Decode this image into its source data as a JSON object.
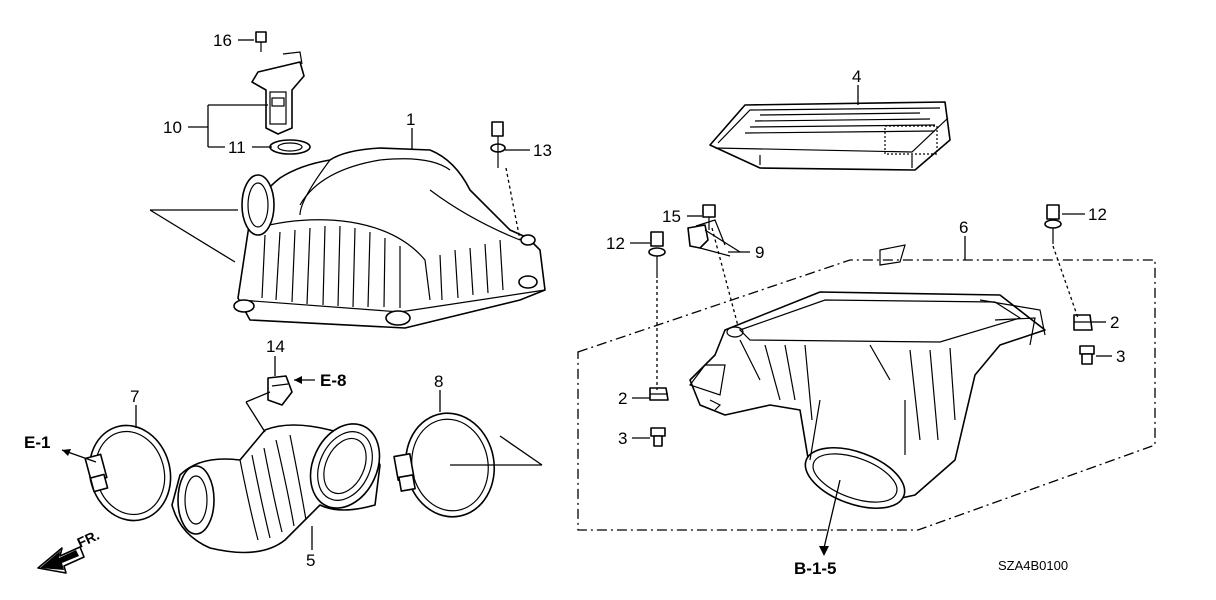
{
  "labels": {
    "c1": "1",
    "c2a": "2",
    "c2b": "2",
    "c3a": "3",
    "c3b": "3",
    "c4": "4",
    "c5": "5",
    "c6": "6",
    "c7": "7",
    "c8": "8",
    "c9": "9",
    "c10": "10",
    "c11": "11",
    "c12a": "12",
    "c12b": "12",
    "c13": "13",
    "c14": "14",
    "c15": "15",
    "c16": "16"
  },
  "refs": {
    "e1": "E-1",
    "e8": "E-8",
    "b15": "B-1-5",
    "fr": "FR."
  },
  "diagram_code": "SZA4B0100"
}
